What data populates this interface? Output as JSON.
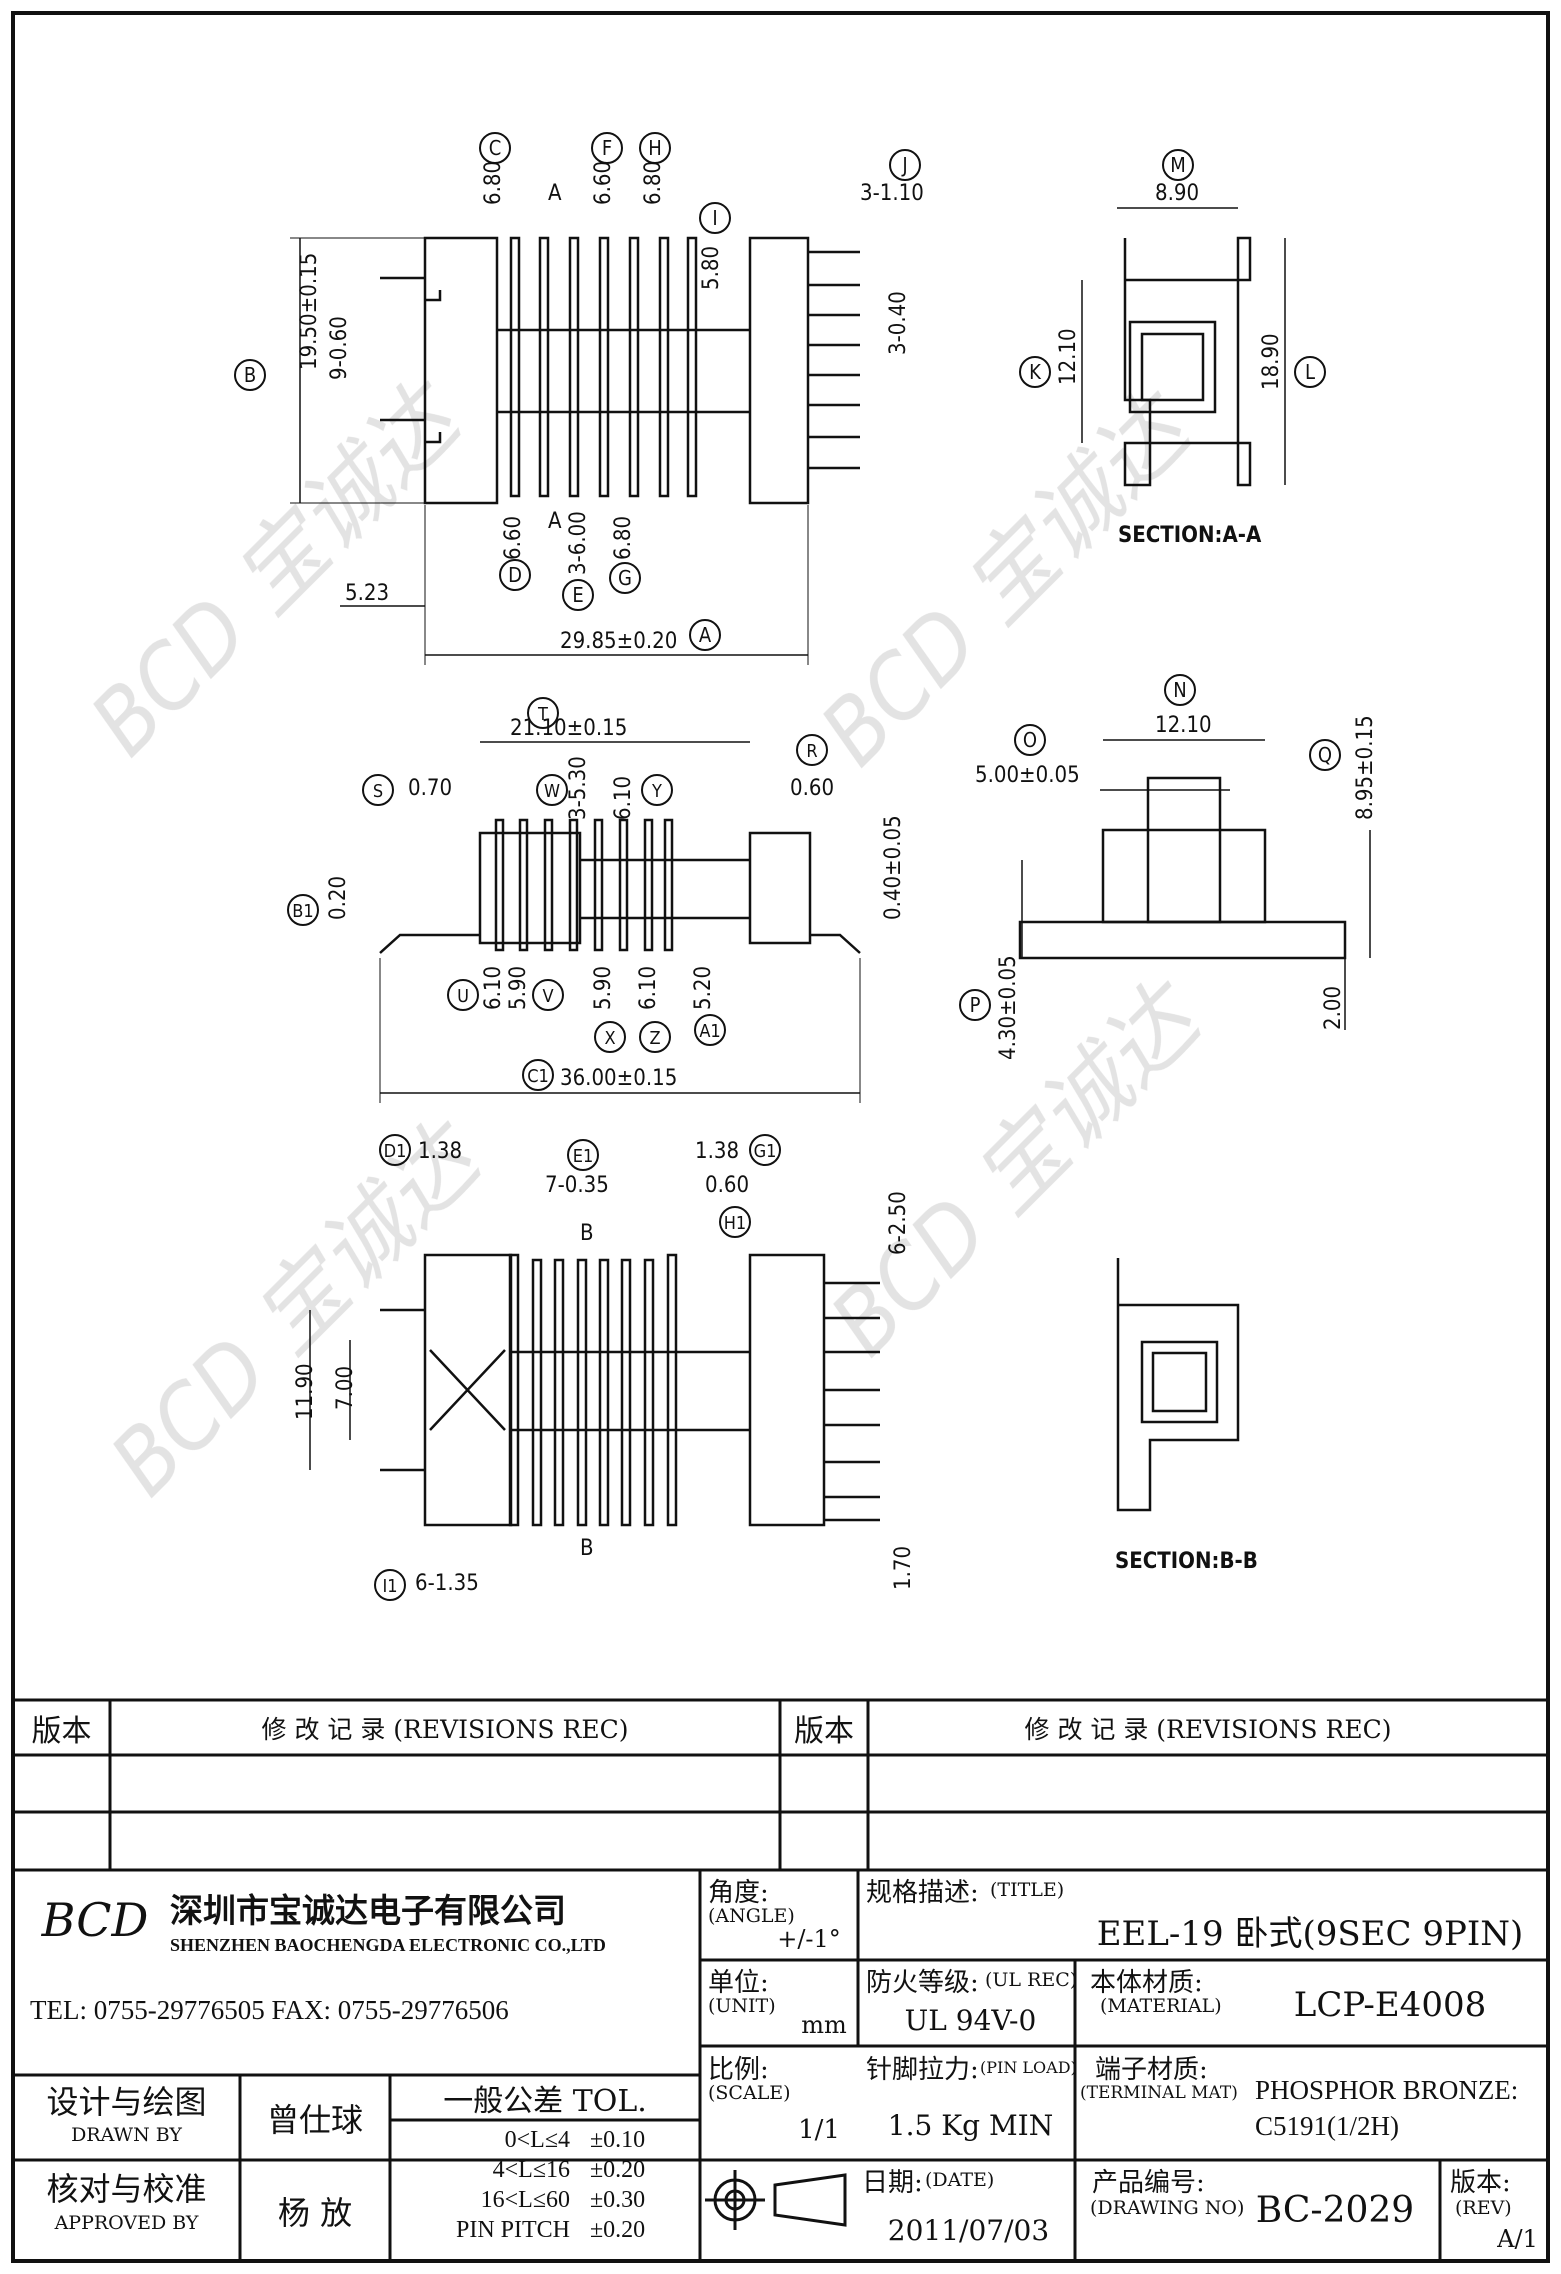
{
  "views": {
    "top": {
      "dims": {
        "A_total": "29.85±0.20",
        "B_height": "19.50±0.15",
        "pin_pitch": "9-0.60",
        "left_offset": "5.23",
        "c": "6.80",
        "f": "6.60",
        "h": "6.80",
        "i": "5.80",
        "j": "3-1.10",
        "pin_w": "3-0.40",
        "d": "6.60",
        "e": "3-6.00",
        "g": "6.80",
        "sec_A": "A"
      },
      "balloons": [
        "C",
        "F",
        "H",
        "I",
        "J",
        "B",
        "D",
        "E",
        "G",
        "A"
      ]
    },
    "section_a": {
      "title": "SECTION:A-A",
      "m": "8.90",
      "k": "12.10",
      "l": "18.90",
      "balloons": [
        "M",
        "K",
        "L"
      ]
    },
    "front": {
      "dims": {
        "t": "21.10±0.15",
        "s": "0.70",
        "w": "3-5.30",
        "y": "6.10",
        "r": "0.60",
        "r2": "0.40±0.05",
        "b1": "0.20",
        "u": "6.10",
        "u2": "5.90",
        "x": "5.90",
        "z": "6.10",
        "a1": "5.20",
        "c1": "36.00±0.15"
      },
      "balloons": [
        "T",
        "S",
        "W",
        "Y",
        "R",
        "B1",
        "U",
        "V",
        "X",
        "Z",
        "A1",
        "C1"
      ]
    },
    "side": {
      "dims": {
        "n": "12.10",
        "o": "5.00±0.05",
        "q": "8.95±0.15",
        "p": "4.30±0.05",
        "h2": "2.00"
      },
      "balloons": [
        "N",
        "O",
        "Q",
        "P"
      ]
    },
    "bottom": {
      "dims": {
        "d1": "1.38",
        "e1": "7-0.35",
        "g1": "1.38",
        "h1": "0.60",
        "pitch": "6-2.50",
        "h_total": "11.90",
        "h_inner": "7.00",
        "i1": "6-1.35",
        "v": "1.70",
        "sec_B": "B"
      },
      "balloons": [
        "D1",
        "E1",
        "G1",
        "H1",
        "I1"
      ]
    },
    "section_b": {
      "title": "SECTION:B-B"
    }
  },
  "watermark": "BCD 宝诚达",
  "title_block": {
    "rev_header_1": "版本",
    "rev_header_2": "修 改 记 录  (REVISIONS REC)",
    "rev_header_3": "版本",
    "rev_header_4": "修 改 记 录  (REVISIONS REC)",
    "company_logo": "BCD",
    "company_cn": "深圳市宝诚达电子有限公司",
    "company_en": "SHENZHEN BAOCHENGDA ELECTRONIC CO.,LTD",
    "tel": "TEL: 0755-29776505  FAX: 0755-29776506",
    "angle_label": "角度:",
    "angle_en": "(ANGLE)",
    "angle_value": "+/-1°",
    "title_label": "规格描述:",
    "title_en": "(TITLE)",
    "title_value": "EEL-19 卧式(9SEC 9PIN)",
    "unit_label": "单位:",
    "unit_en": "(UNIT)",
    "unit_value": "mm",
    "ul_label": "防火等级:",
    "ul_en": "(UL REC)",
    "ul_value": "UL 94V-0",
    "material_label": "本体材质:",
    "material_en": "(MATERIAL)",
    "material_value": "LCP-E4008",
    "drawn_label": "设计与绘图",
    "drawn_en": "DRAWN BY",
    "drawn_value": "曾仕球",
    "tol_title": "一般公差 TOL.",
    "tol_rows": [
      [
        "0<L≤4",
        "±0.10"
      ],
      [
        "4<L≤16",
        "±0.20"
      ],
      [
        "16<L≤60",
        "±0.30"
      ],
      [
        "PIN PITCH",
        "±0.20"
      ]
    ],
    "scale_label": "比例:",
    "scale_en": "(SCALE)",
    "scale_value": "1/1",
    "pin_label": "针脚拉力:",
    "pin_en": "(PIN LOAD)",
    "pin_value": "1.5 Kg MIN",
    "term_label": "端子材质:",
    "term_en": "(TERMINAL MAT)",
    "term_value_1": "PHOSPHOR BRONZE:",
    "term_value_2": "C5191(1/2H)",
    "approved_label": "核对与校准",
    "approved_en": "APPROVED BY",
    "approved_value": "杨  放",
    "date_label": "日期:",
    "date_en": "(DATE)",
    "date_value": "2011/07/03",
    "dwg_label": "产品编号:",
    "dwg_en": "(DRAWING NO)",
    "dwg_value": "BC-2029",
    "rev_label": "版本:",
    "rev_en": "(REV)",
    "rev_value": "A/1"
  }
}
